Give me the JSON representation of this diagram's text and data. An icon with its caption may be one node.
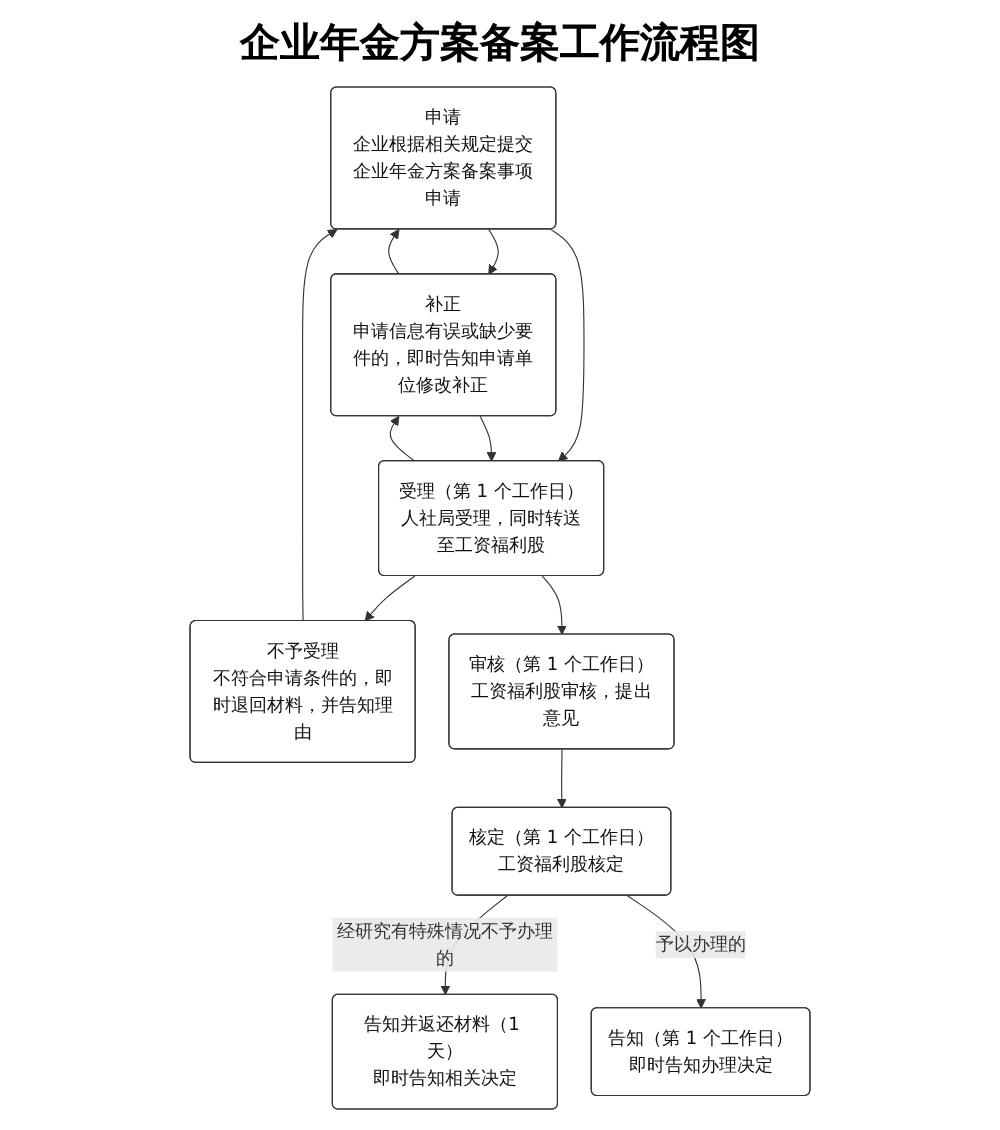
{
  "diagram": {
    "title": "企业年金方案备案工作流程图",
    "nodes": [
      {
        "text": [
          "申请",
          "企业根据相关规定提交企业年金方案备案事项申请"
        ]
      },
      {
        "text": [
          "补正",
          "申请信息有误或缺少要件的，即时告知申请单位修改补正"
        ]
      },
      {
        "text": [
          "受理（第 1 个工作日）",
          "人社局受理，同时转送至工资福利股"
        ]
      },
      {
        "text": [
          "不予受理",
          "不符合申请条件的，即时退回材料，并告知理由"
        ]
      },
      {
        "text": [
          "审核（第 1 个工作日）",
          "工资福利股审核，提出意见"
        ]
      },
      {
        "text": [
          "核定（第 1 个工作日）",
          "工资福利股核定"
        ]
      },
      {
        "text": [
          "告知并返还材料（1 天）",
          "即时告知相关决定"
        ]
      },
      {
        "text": [
          "告知（第 1 个工作日）",
          "即时告知办理决定"
        ]
      }
    ],
    "edges": [
      {
        "from": 1,
        "to": 0,
        "arrow": "to"
      },
      {
        "from": 0,
        "to": 1,
        "arrow": "to"
      },
      {
        "from": 0,
        "to": 2,
        "arrow": "to"
      },
      {
        "from": 3,
        "to": 0,
        "arrow": "to"
      },
      {
        "from": 2,
        "to": 1,
        "arrow": "to"
      },
      {
        "from": 1,
        "to": 2,
        "arrow": "to"
      },
      {
        "from": 2,
        "to": 3,
        "arrow": "to"
      },
      {
        "from": 2,
        "to": 4,
        "arrow": "to"
      },
      {
        "from": 4,
        "to": 5,
        "arrow": "to"
      },
      {
        "from": 5,
        "to": 6,
        "arrow": "to",
        "label": "经研究有特殊情况不予办理的"
      },
      {
        "from": 5,
        "to": 7,
        "arrow": "to",
        "label": "予以办理的"
      }
    ]
  }
}
